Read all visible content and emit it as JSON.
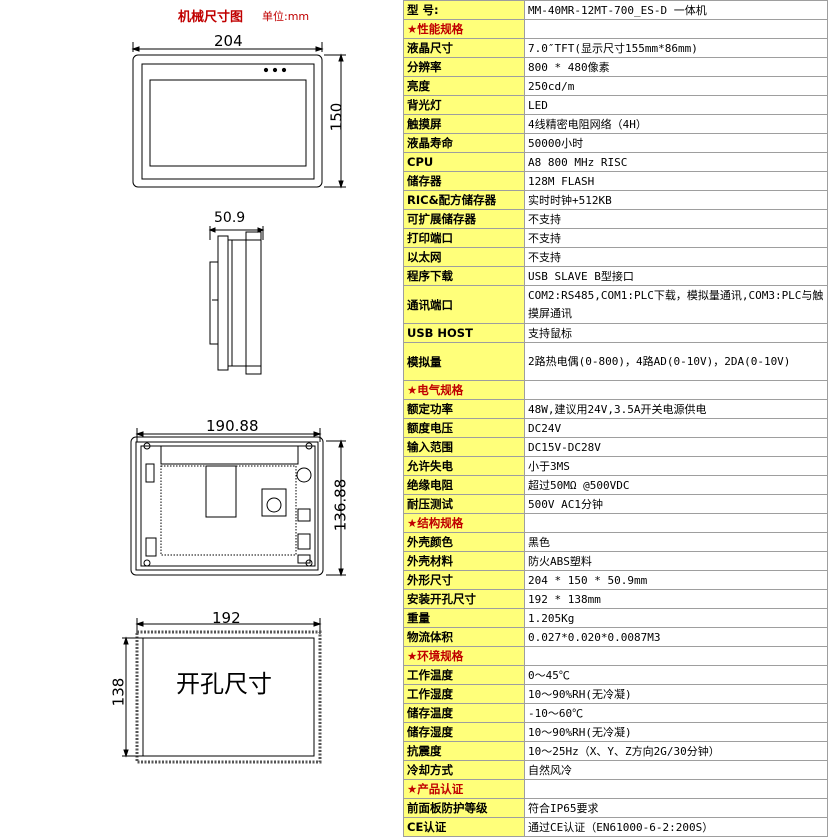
{
  "drawing": {
    "title": "机械尺寸图",
    "unit_label": "单位:mm",
    "front_width": "204",
    "front_height": "150",
    "side_depth": "50.9",
    "rear_width": "190.88",
    "rear_height": "136.88",
    "cutout_width": "192",
    "cutout_height": "138",
    "cutout_label": "开孔尺寸"
  },
  "spec": {
    "rows": [
      {
        "key": "型    号:",
        "value": "MM-40MR-12MT-700_ES-D 一体机"
      },
      {
        "key": "★性能规格",
        "value": "",
        "section": true
      },
      {
        "key": "液晶尺寸",
        "value": "7.0″TFT(显示尺寸155mm*86mm)"
      },
      {
        "key": "分辨率",
        "value": "800 * 480像素"
      },
      {
        "key": "亮度",
        "value": "250cd/m"
      },
      {
        "key": "背光灯",
        "value": "LED"
      },
      {
        "key": "触摸屏",
        "value": "4线精密电阻网络（4H）"
      },
      {
        "key": "液晶寿命",
        "value": "50000小时"
      },
      {
        "key": "CPU",
        "value": "A8 800 MHz RISC"
      },
      {
        "key": "储存器",
        "value": "128M FLASH"
      },
      {
        "key": "RIC&配方储存器",
        "value": "实时时钟+512KB"
      },
      {
        "key": "可扩展储存器",
        "value": "不支持"
      },
      {
        "key": "打印端口",
        "value": "不支持"
      },
      {
        "key": "以太网",
        "value": "不支持"
      },
      {
        "key": "程序下载",
        "value": "USB SLAVE B型接口"
      },
      {
        "key": "通讯端口",
        "value": "COM2:RS485,COM1:PLC下载，模拟量通讯,COM3:PLC与触摸屏通讯",
        "tall": true
      },
      {
        "key": "USB HOST",
        "value": "支持鼠标"
      },
      {
        "key": "模拟量",
        "value": "2路热电偶(0-800)，4路AD(0-10V)，2DA(0-10V)",
        "tall": true
      },
      {
        "key": "★电气规格",
        "value": "",
        "section": true
      },
      {
        "key": "额定功率",
        "value": "48W,建议用24V,3.5A开关电源供电"
      },
      {
        "key": "额度电压",
        "value": "DC24V"
      },
      {
        "key": "输入范围",
        "value": "DC15V-DC28V"
      },
      {
        "key": "允许失电",
        "value": "小于3MS"
      },
      {
        "key": "绝缘电阻",
        "value": "超过50MΩ @500VDC"
      },
      {
        "key": "耐压测试",
        "value": "500V AC1分钟"
      },
      {
        "key": "★结构规格",
        "value": "",
        "section": true
      },
      {
        "key": "外壳颜色",
        "value": "黑色"
      },
      {
        "key": "外壳材料",
        "value": "防火ABS塑料"
      },
      {
        "key": "外形尺寸",
        "value": "204 * 150 * 50.9mm"
      },
      {
        "key": "安装开孔尺寸",
        "value": "192 * 138mm"
      },
      {
        "key": "重量",
        "value": "1.205Kg"
      },
      {
        "key": "物流体积",
        "value": "0.027*0.020*0.0087M3"
      },
      {
        "key": "★环境规格",
        "value": "",
        "section": true
      },
      {
        "key": "工作温度",
        "value": "0～45℃"
      },
      {
        "key": "工作湿度",
        "value": "10～90%RH(无冷凝)"
      },
      {
        "key": "储存温度",
        "value": "-10～60℃"
      },
      {
        "key": "储存湿度",
        "value": "10～90%RH(无冷凝)"
      },
      {
        "key": "抗震度",
        "value": "10～25Hz（X、Y、Z方向2G/30分钟）"
      },
      {
        "key": "冷却方式",
        "value": "自然风冷"
      },
      {
        "key": "★产品认证",
        "value": "",
        "section": true
      },
      {
        "key": "前面板防护等级",
        "value": "符合IP65要求"
      },
      {
        "key": "CE认证",
        "value": "通过CE认证（EN61000-6-2:200S）"
      }
    ]
  }
}
